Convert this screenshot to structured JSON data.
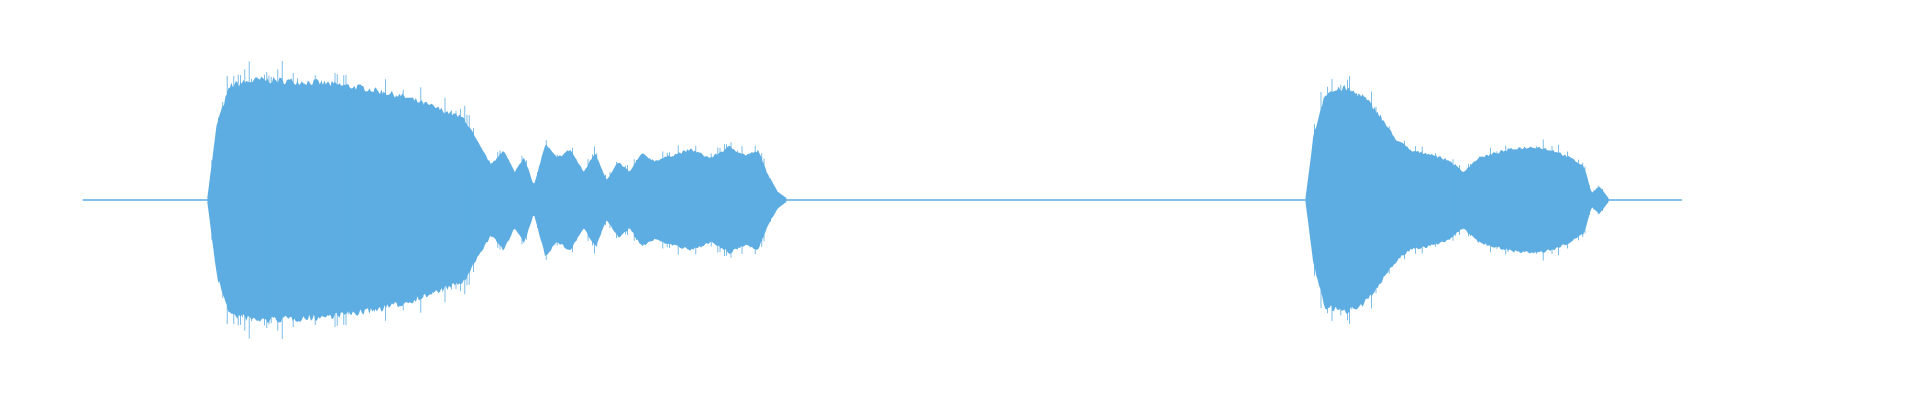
{
  "waveform": {
    "color": "#5DADE2",
    "background": "#FFFFFF",
    "signal_start": 0.043,
    "signal_end": 0.876,
    "segments": [
      {
        "name": "segment-1",
        "start": 0.108,
        "end": 0.41,
        "envelope": [
          [
            0.108,
            0.02
          ],
          [
            0.113,
            0.55
          ],
          [
            0.12,
            0.82
          ],
          [
            0.135,
            0.86
          ],
          [
            0.165,
            0.84
          ],
          [
            0.19,
            0.8
          ],
          [
            0.21,
            0.74
          ],
          [
            0.225,
            0.67
          ],
          [
            0.242,
            0.58
          ],
          [
            0.25,
            0.38
          ],
          [
            0.256,
            0.25
          ],
          [
            0.262,
            0.36
          ],
          [
            0.268,
            0.2
          ],
          [
            0.273,
            0.31
          ],
          [
            0.278,
            0.1
          ],
          [
            0.284,
            0.4
          ],
          [
            0.29,
            0.3
          ],
          [
            0.297,
            0.36
          ],
          [
            0.304,
            0.2
          ],
          [
            0.31,
            0.34
          ],
          [
            0.316,
            0.14
          ],
          [
            0.322,
            0.27
          ],
          [
            0.328,
            0.2
          ],
          [
            0.334,
            0.33
          ],
          [
            0.341,
            0.28
          ],
          [
            0.35,
            0.32
          ],
          [
            0.36,
            0.36
          ],
          [
            0.37,
            0.3
          ],
          [
            0.38,
            0.38
          ],
          [
            0.388,
            0.32
          ],
          [
            0.395,
            0.35
          ],
          [
            0.4,
            0.18
          ],
          [
            0.405,
            0.06
          ],
          [
            0.41,
            0.01
          ]
        ]
      },
      {
        "name": "segment-2",
        "start": 0.68,
        "end": 0.838,
        "envelope": [
          [
            0.68,
            0.02
          ],
          [
            0.684,
            0.45
          ],
          [
            0.69,
            0.76
          ],
          [
            0.7,
            0.8
          ],
          [
            0.71,
            0.74
          ],
          [
            0.718,
            0.62
          ],
          [
            0.726,
            0.45
          ],
          [
            0.735,
            0.35
          ],
          [
            0.745,
            0.33
          ],
          [
            0.755,
            0.28
          ],
          [
            0.762,
            0.2
          ],
          [
            0.77,
            0.3
          ],
          [
            0.78,
            0.34
          ],
          [
            0.79,
            0.37
          ],
          [
            0.8,
            0.38
          ],
          [
            0.81,
            0.35
          ],
          [
            0.818,
            0.3
          ],
          [
            0.825,
            0.24
          ],
          [
            0.829,
            0.05
          ],
          [
            0.833,
            0.1
          ],
          [
            0.838,
            0.01
          ]
        ]
      }
    ]
  }
}
